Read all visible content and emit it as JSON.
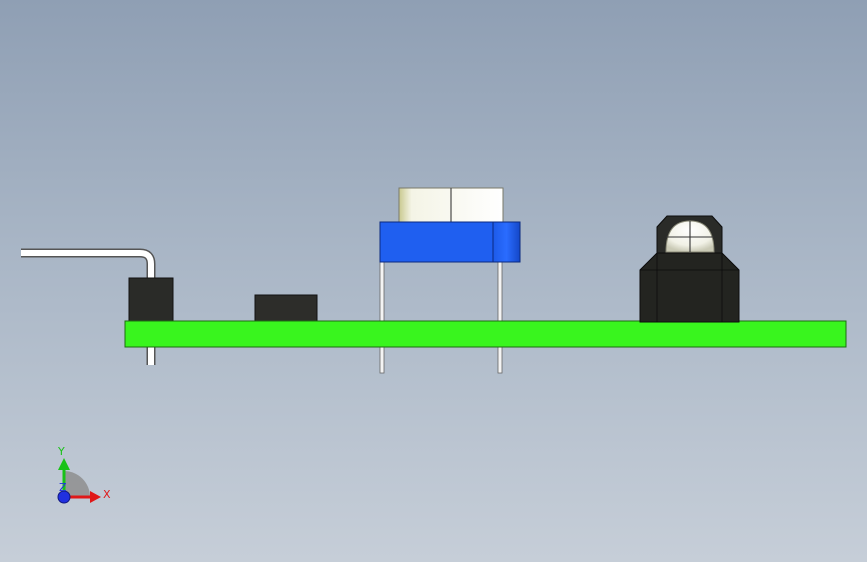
{
  "viewport": {
    "background_top": "#8f9fb4",
    "background_bottom": "#c6ced8"
  },
  "model": {
    "pcb_color": "#39f51e",
    "potentiometer_color": "#1f5ff0",
    "component_body_color": "#2a2b28",
    "lens_color": "#f5f5ef"
  },
  "triad": {
    "x_label": "X",
    "y_label": "Y",
    "z_label": "Z",
    "x_color": "#e01818",
    "y_color": "#18c218",
    "z_color": "#2030e0"
  }
}
